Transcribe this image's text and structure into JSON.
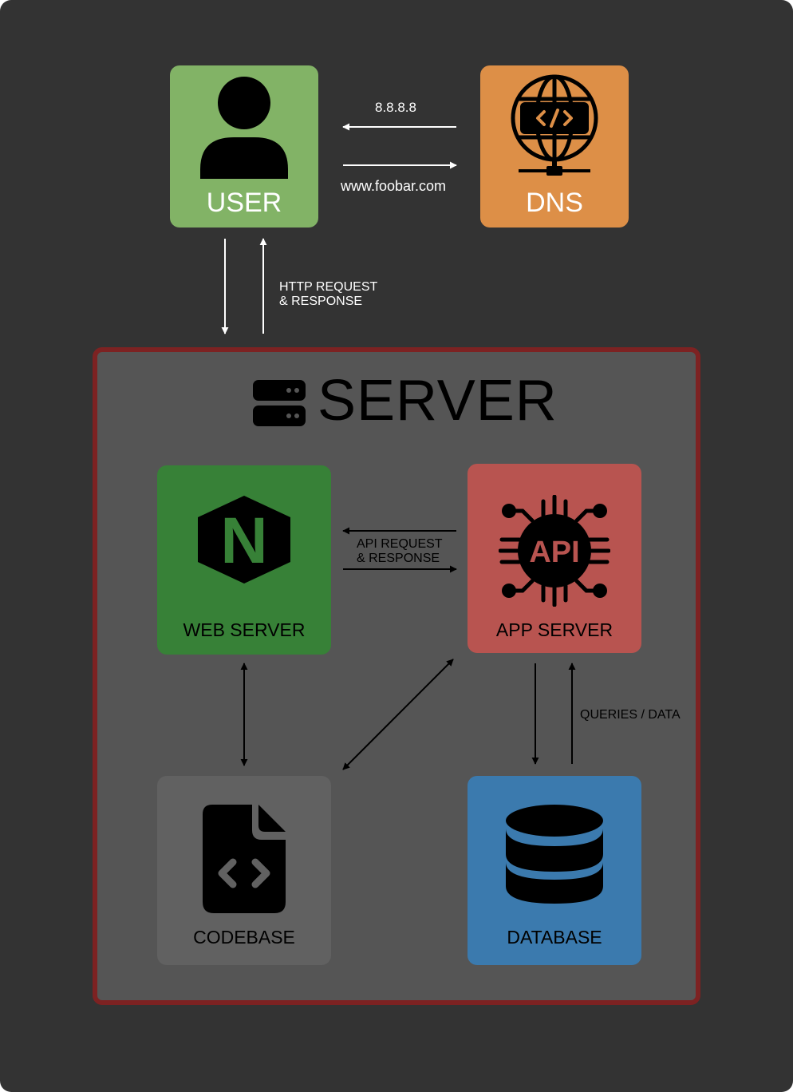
{
  "nodes": {
    "user": {
      "label": "USER",
      "icon": "user-icon",
      "color": "#82b366"
    },
    "dns": {
      "label": "DNS",
      "icon": "globe-code-icon",
      "color": "#dd8f47"
    },
    "server": {
      "title": "SERVER",
      "icon": "server-rack-icon",
      "border_color": "#7d2222",
      "fill": "#555555"
    },
    "web_server": {
      "label": "WEB SERVER",
      "icon": "nginx-logo-icon",
      "color": "#378137"
    },
    "app_server": {
      "label": "APP SERVER",
      "icon": "api-chip-icon",
      "color": "#b85450"
    },
    "codebase": {
      "label": "CODEBASE",
      "icon": "code-file-icon",
      "color": "#616161"
    },
    "database": {
      "label": "DATABASE",
      "icon": "database-icon",
      "color": "#3b7aae"
    }
  },
  "edges": {
    "dns_response": "8.8.8.8",
    "dns_query": "www.foobar.com",
    "http_line1": "HTTP REQUEST",
    "http_line2": "& RESPONSE",
    "api_line1": "API REQUEST",
    "api_line2": "& RESPONSE",
    "queries": "QUERIES / DATA"
  },
  "logo_text": {
    "nginx": "N",
    "api": "API"
  }
}
